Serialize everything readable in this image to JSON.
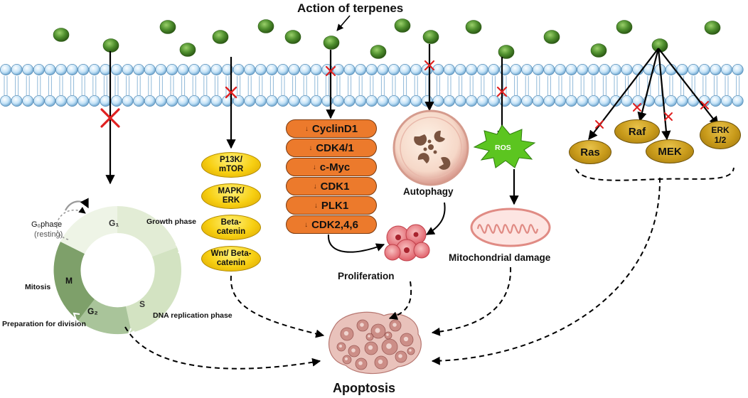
{
  "header": {
    "title": "Action of terpenes"
  },
  "cell_cycle": {
    "g0_phase": "G₀phase",
    "g0_resting": "(resting)",
    "g1": "G₁",
    "s": "S",
    "g2": "G₂",
    "m": "M",
    "growth_phase": "Growth phase",
    "mitosis": "Mitosis",
    "dna_replication": "DNA replication phase",
    "preparation": "Preparation for division"
  },
  "yellow_pathways": [
    {
      "line1": "P13K/",
      "line2": "mTOR"
    },
    {
      "line1": "MAPK/",
      "line2": "ERK"
    },
    {
      "line1": "Beta-",
      "line2": "catenin"
    },
    {
      "line1": "Wnt/ Beta-",
      "line2": "catenin"
    }
  ],
  "cdk_stack": [
    "CyclinD1",
    "CDK4/1",
    "c-Myc",
    "CDK1",
    "PLK1",
    "CDK2,4,6"
  ],
  "down_arrow": "↓",
  "labels": {
    "autophagy": "Autophagy",
    "ros": "ROS",
    "proliferation": "Proliferation",
    "mitochondrial_damage": "Mitochondrial damage",
    "apoptosis": "Apoptosis"
  },
  "kinases": {
    "ras": "Ras",
    "raf": "Raf",
    "mek": "MEK",
    "erk_line1": "ERK",
    "erk_line2": "1/2"
  },
  "colors": {
    "membrane_head": "#b9dcf5",
    "terpene_ball": "#4f8f2e",
    "inhibition_cross": "#e02020",
    "cdk_box": "#ec7a2c",
    "pathway_pill": "#f7cf12",
    "kinase_oval": "#c89a1a",
    "ros_burst": "#5cc520",
    "apoptosis_cell": "#c7857f"
  }
}
